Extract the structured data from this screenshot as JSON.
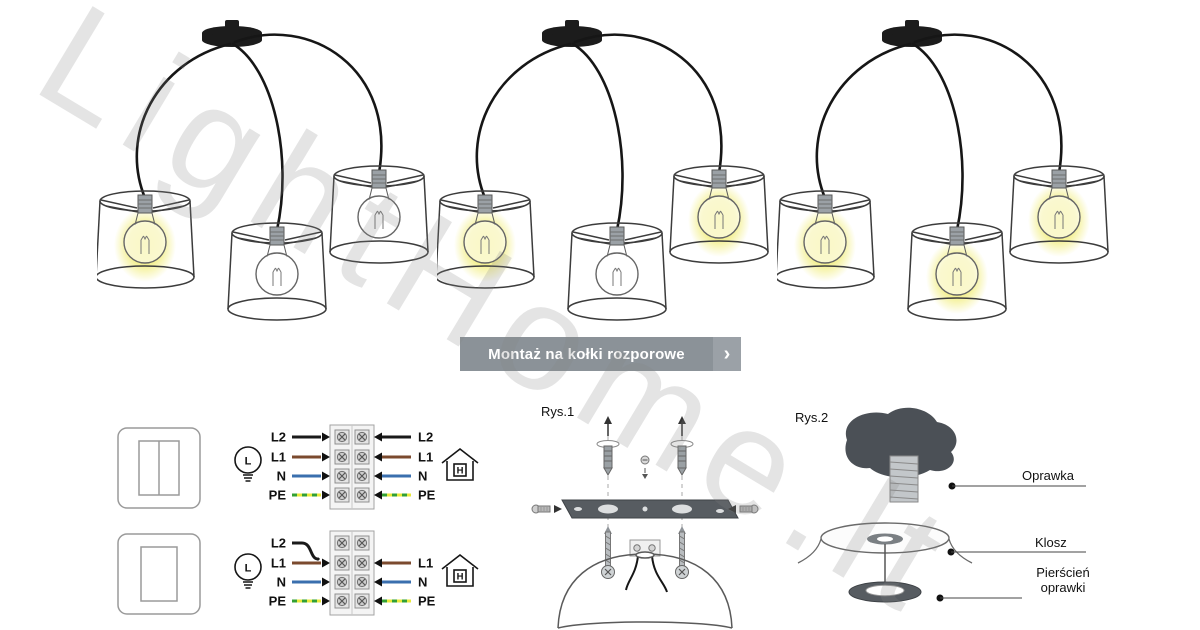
{
  "watermark": {
    "text": "LightHome.lt"
  },
  "banner": {
    "label": "Montaż na kołki rozporowe",
    "chevron": "›"
  },
  "lamps": {
    "groups": [
      {
        "glow": [
          "1",
          "0",
          "0"
        ]
      },
      {
        "glow": [
          "1",
          "0",
          "1"
        ]
      },
      {
        "glow": [
          "1",
          "1",
          "1"
        ]
      }
    ]
  },
  "wiring": {
    "bulb_letter": "L",
    "house_letter": "H",
    "d1": {
      "left": [
        "L2",
        "L1",
        "N",
        "PE"
      ],
      "right": [
        "L2",
        "L1",
        "N",
        "PE"
      ]
    },
    "d2": {
      "left": [
        "L2",
        "L1",
        "N",
        "PE"
      ],
      "right": [
        "L1",
        "N",
        "PE"
      ]
    }
  },
  "figures": {
    "rys1_title": "Rys.1",
    "rys2_title": "Rys.2",
    "part_labels": [
      "Oprawka",
      "Klosz",
      "Pierścień oprawki"
    ]
  },
  "colors": {
    "wire_l2": "#1a1a1a",
    "wire_l1": "#7b4a2e",
    "wire_n": "#3a6fae",
    "wire_pe_yellow": "#e8e83a",
    "wire_pe_green": "#33a033",
    "glow": "#f2ee82",
    "banner_bg": "#8b9298"
  }
}
